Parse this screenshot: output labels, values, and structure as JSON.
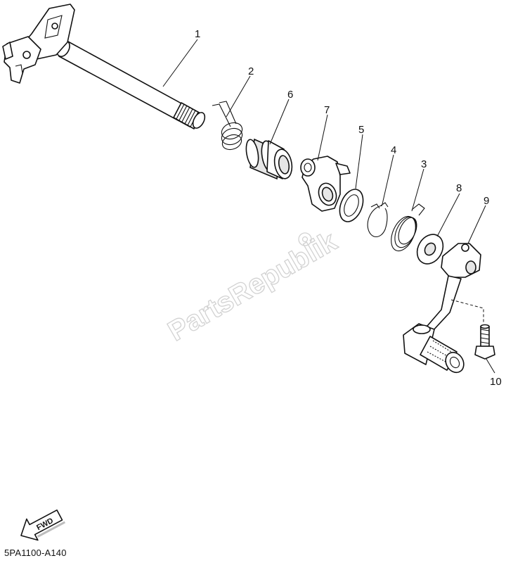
{
  "watermark": "PartsRepublik",
  "callouts": [
    {
      "id": "1",
      "label": "1"
    },
    {
      "id": "2",
      "label": "2"
    },
    {
      "id": "3",
      "label": "3"
    },
    {
      "id": "4",
      "label": "4"
    },
    {
      "id": "5",
      "label": "5"
    },
    {
      "id": "6",
      "label": "6"
    },
    {
      "id": "7",
      "label": "7"
    },
    {
      "id": "8",
      "label": "8"
    },
    {
      "id": "9",
      "label": "9"
    },
    {
      "id": "10",
      "label": "10"
    }
  ],
  "fwd_label": "FWD",
  "diagram_code": "5PA1100-A140"
}
